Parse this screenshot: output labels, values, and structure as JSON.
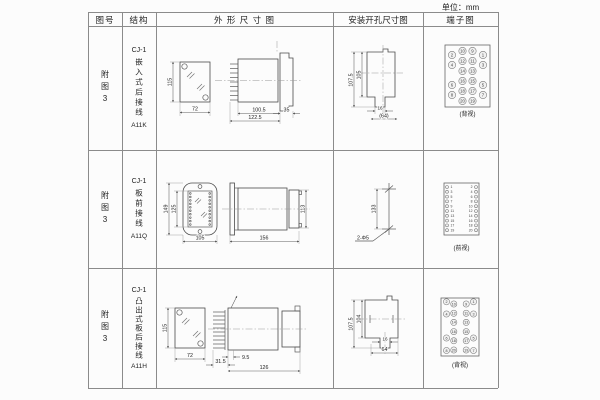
{
  "unit_label": "单位：mm",
  "header": {
    "figure": "图号",
    "structure": "结构",
    "outline": "外 形 尺 寸 图",
    "mounting": "安装开孔尺寸图",
    "terminal": "端子图"
  },
  "rows": [
    {
      "figure_no": "附图3",
      "structure": {
        "model": "CJ-1",
        "desc": "嵌入式后接线",
        "code": "A11K"
      },
      "outline_dims": {
        "front_height": "115",
        "front_width": "72",
        "body_depth": "100.5",
        "total_depth": "122.5",
        "flange_depth": "35"
      },
      "mounting_dims": {
        "outer_height": "107.5",
        "inner_height": "105",
        "tab_width": "16",
        "span": "(64)"
      },
      "terminal": {
        "view_label": "(背视)",
        "outer_left": [
          2,
          4,
          6,
          8
        ],
        "inner_left": [
          10,
          12,
          14,
          16,
          18,
          20
        ],
        "inner_right": [
          9,
          11,
          13,
          15,
          17,
          19
        ],
        "outer_right": [
          1,
          3,
          5,
          7
        ]
      }
    },
    {
      "figure_no": "附图3",
      "structure": {
        "model": "CJ-1",
        "desc": "板前接线",
        "code": "A11Q"
      },
      "outline_dims": {
        "front_height": "149",
        "front_inner_height": "125",
        "front_width": "105",
        "side_length": "156",
        "side_height": "113"
      },
      "mounting_dims": {
        "hole_note": "2-Φ5",
        "hole_pitch": "133"
      },
      "terminal": {
        "view_label": "(前视)",
        "left": [
          1,
          3,
          5,
          7,
          9,
          11,
          13,
          15,
          17,
          19
        ],
        "right": [
          2,
          4,
          6,
          8,
          10,
          12,
          14,
          16,
          18,
          20
        ]
      }
    },
    {
      "figure_no": "附图3",
      "structure": {
        "model": "CJ-1",
        "desc": "凸出式板后接线",
        "code": "A11H"
      },
      "outline_dims": {
        "front_height": "115",
        "front_width": "72",
        "pin_depth": "9.5",
        "pin_total": "31.5",
        "body_depth": "126"
      },
      "mounting_dims": {
        "outer_height": "107.5",
        "inner_height": "104",
        "tab_width": "16",
        "span": "64"
      },
      "terminal": {
        "view_label": "(背视)",
        "outer_left": [
          2,
          4,
          6,
          8
        ],
        "inner_left": [
          10,
          12,
          14,
          16,
          18,
          20
        ],
        "inner_right": [
          9,
          11,
          13,
          15,
          17,
          19
        ],
        "outer_right": [
          1,
          3,
          5,
          7
        ]
      }
    }
  ]
}
